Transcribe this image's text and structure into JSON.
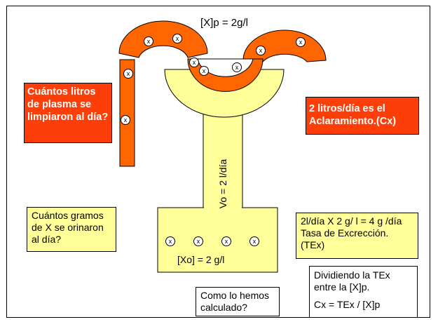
{
  "title_formula": "[X]p = 2g/l",
  "kidney_flow_label": "Vo = 2 l/día",
  "urine_concentration": "[Xo] = 2 g/l",
  "question_plasma": "Cuántos litros de plasma se limpiaron al día?",
  "answer_clearance": "2 litros/día es el Aclaramiento.(Cx)",
  "question_grams": "Cuántos gramos de X se orinaron al día?",
  "excretion_text": "2l/día X 2 g/ l = 4 g /día Tasa de Excrección. (TEx)",
  "question_calc": "Como lo hemos calculado?",
  "division_text": "Dividiendo la TEx entre la [X]p.",
  "clearance_formula": "Cx = TEx / [X]p",
  "particle_symbol": "x",
  "colors": {
    "vessel_orange": "#ff6600",
    "label_red": "#fe3e08",
    "kidney_yellow": "#ffff99",
    "border": "#000000"
  }
}
